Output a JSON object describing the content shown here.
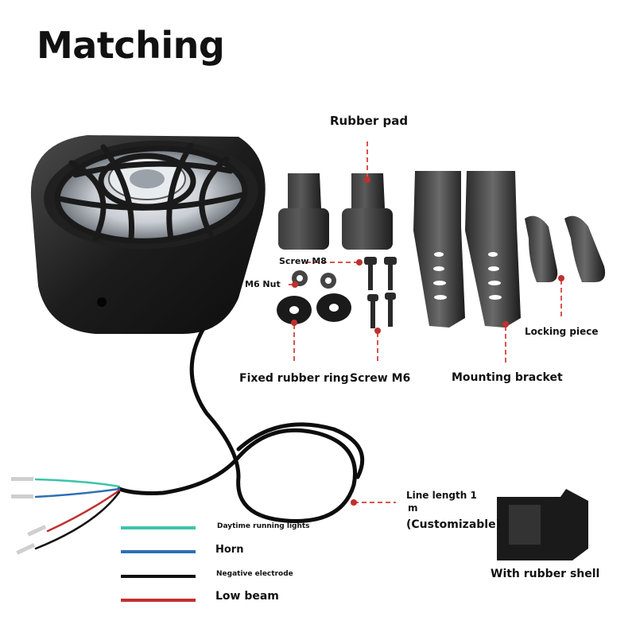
{
  "title": "Matching",
  "labels": {
    "rubber_pad": "Rubber pad",
    "screw_m8": "Screw M8",
    "m6_nut": "M6 Nut",
    "fixed_rubber_ring": "Fixed rubber ring",
    "screw_m6": "Screw M6",
    "mounting_bracket": "Mounting bracket",
    "locking_piece": "Locking piece",
    "line_length_line1": "Line length 1",
    "line_length_line2": "m",
    "customizable": "(Customizable)",
    "with_rubber_shell": "With rubber shell"
  },
  "legend": [
    {
      "label": "Daytime running lights",
      "color": "#3cc3a8"
    },
    {
      "label": "Horn",
      "color": "#2f6fb5"
    },
    {
      "label": "Negative electrode",
      "color": "#111111"
    },
    {
      "label": "Low beam",
      "color": "#c0302e"
    }
  ],
  "colors": {
    "leader": "#d9534f"
  }
}
